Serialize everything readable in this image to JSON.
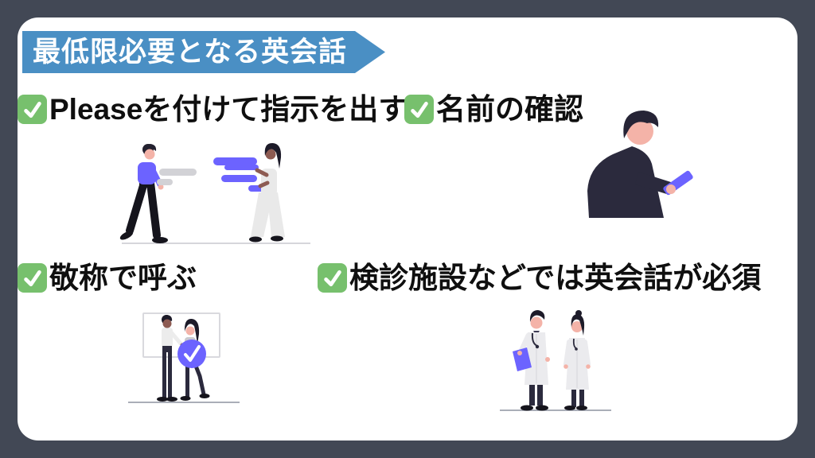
{
  "banner": {
    "title": "最低限必要となる英会話"
  },
  "items": [
    {
      "label": "Pleaseを付けて指示を出す",
      "icon": "check-icon"
    },
    {
      "label": "名前の確認",
      "icon": "check-icon"
    },
    {
      "label": "敬称で呼ぶ",
      "icon": "check-icon"
    },
    {
      "label": "検診施設などでは英会話が必須",
      "icon": "check-icon"
    }
  ],
  "illustrations": {
    "top_left": "conversation-illustration",
    "top_right": "person-reading-phone-illustration",
    "bottom_left": "whiteboard-check-illustration",
    "bottom_right": "doctors-illustration"
  },
  "colors": {
    "frame": "#424855",
    "content_bg": "#ffffff",
    "banner_bg": "#4a8fc4",
    "banner_text": "#ffffff",
    "item_text": "#0f0f0f",
    "check_bg": "#77c06d",
    "check_mark": "#ffffff",
    "accent_purple": "#6c63ff",
    "illustration_dark": "#2b2a3d",
    "skin_light": "#f4b3a8",
    "skin_dark": "#8d5b52",
    "light_gray": "#ececec"
  }
}
